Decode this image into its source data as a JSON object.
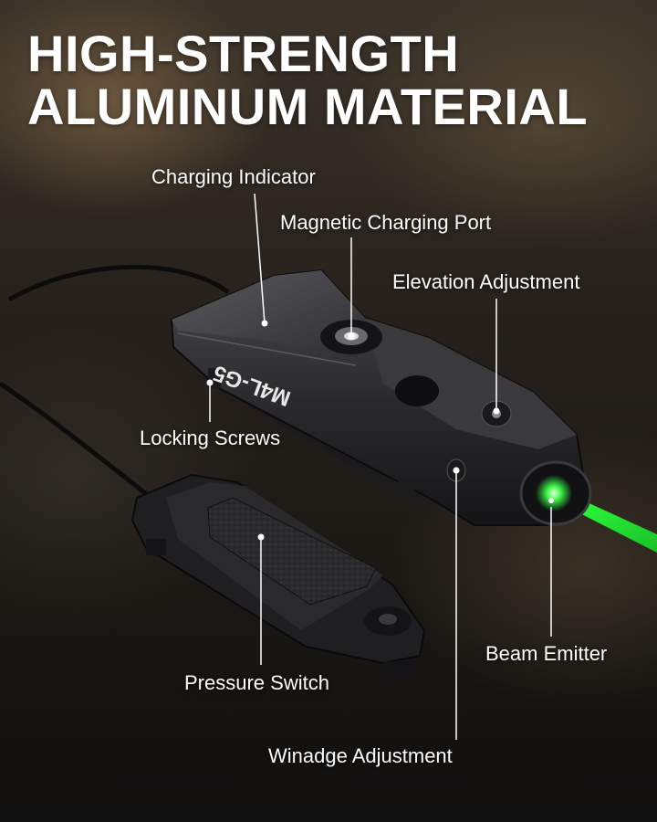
{
  "headline": {
    "line1": "HIGH-STRENGTH",
    "line2": "ALUMINUM MATERIAL"
  },
  "product": {
    "model_marking": "M4L-G5",
    "beam_color": "#2bff3a"
  },
  "callouts": {
    "charging_indicator": "Charging Indicator",
    "magnetic_charging_port": "Magnetic Charging Port",
    "elevation_adjustment": "Elevation Adjustment",
    "locking_screws": "Locking Screws",
    "beam_emitter": "Beam Emitter",
    "pressure_switch": "Pressure Switch",
    "winadge_adjustment": "Winadge Adjustment"
  },
  "colors": {
    "text": "#ffffff",
    "leader_line": "#ffffff",
    "device_body": "#2b2b2d"
  }
}
